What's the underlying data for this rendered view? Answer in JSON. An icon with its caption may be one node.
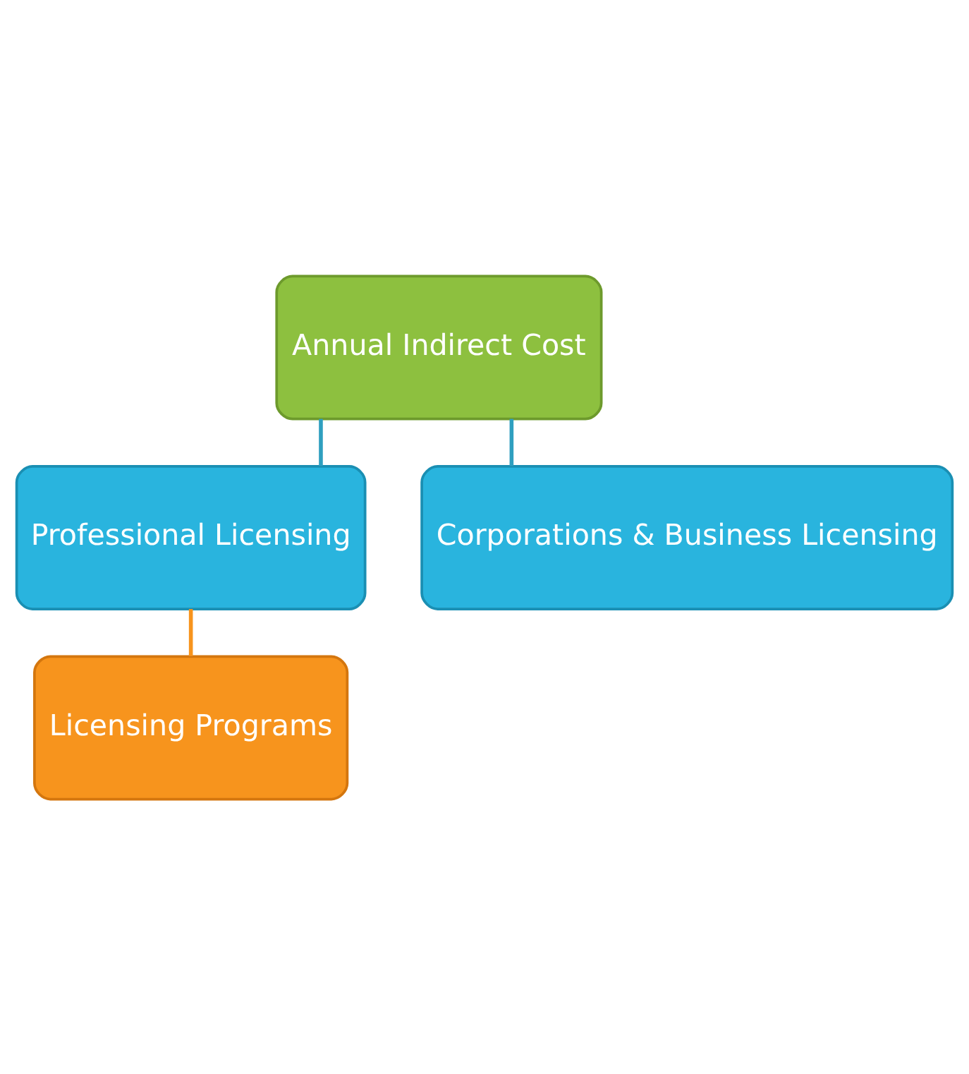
{
  "diagram": {
    "nodes": [
      {
        "text": [
          "Annual Indirect Cost"
        ]
      },
      {
        "text": [
          "Professional Licensing"
        ]
      },
      {
        "text": [
          "Corporations & Business Licensing"
        ]
      },
      {
        "text": [
          "Licensing Programs"
        ]
      }
    ],
    "edges": [
      {
        "from": 0,
        "to": 1,
        "arrow": "none"
      },
      {
        "from": 0,
        "to": 2,
        "arrow": "none"
      },
      {
        "from": 1,
        "to": 3,
        "arrow": "none",
        "color": "#f7941d"
      }
    ]
  }
}
